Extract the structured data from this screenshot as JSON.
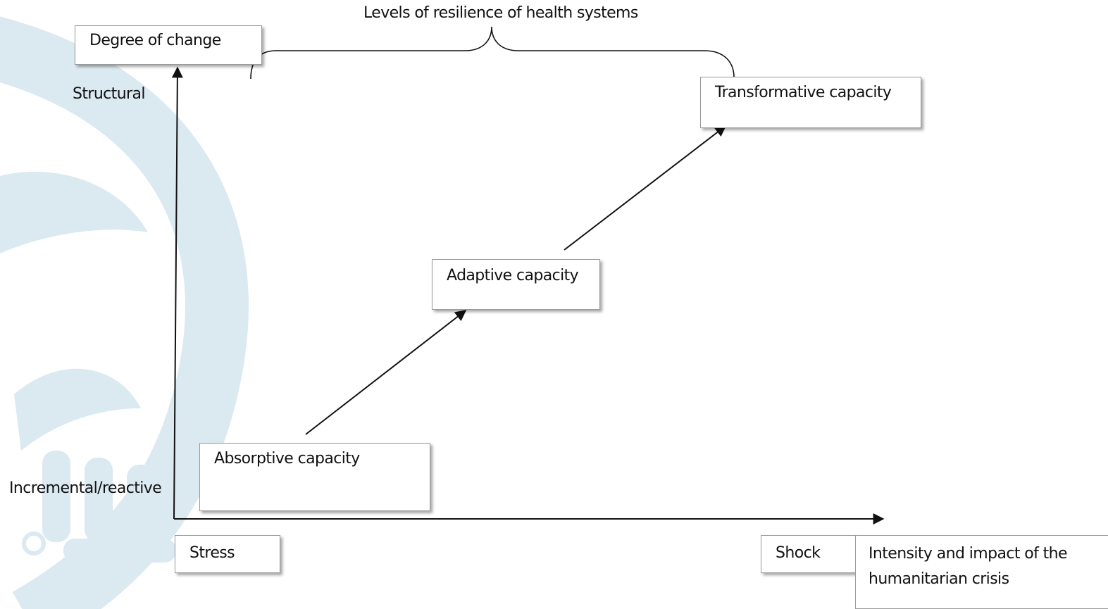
{
  "title": "Levels of resilience of health systems",
  "y_axis": {
    "label": "Degree of change",
    "top_label": "Structural",
    "bottom_label": "Incremental/reactive"
  },
  "x_axis": {
    "start_label": "Stress",
    "end_label": "Shock",
    "description": "Intensity and impact of the humanitarian crisis"
  },
  "capacities": [
    "Absorptive capacity",
    "Adaptive capacity",
    "Transformative capacity"
  ],
  "colors": {
    "line": "#111111",
    "box_border": "#9a9a9a",
    "watermark": "#dbe9f1"
  }
}
